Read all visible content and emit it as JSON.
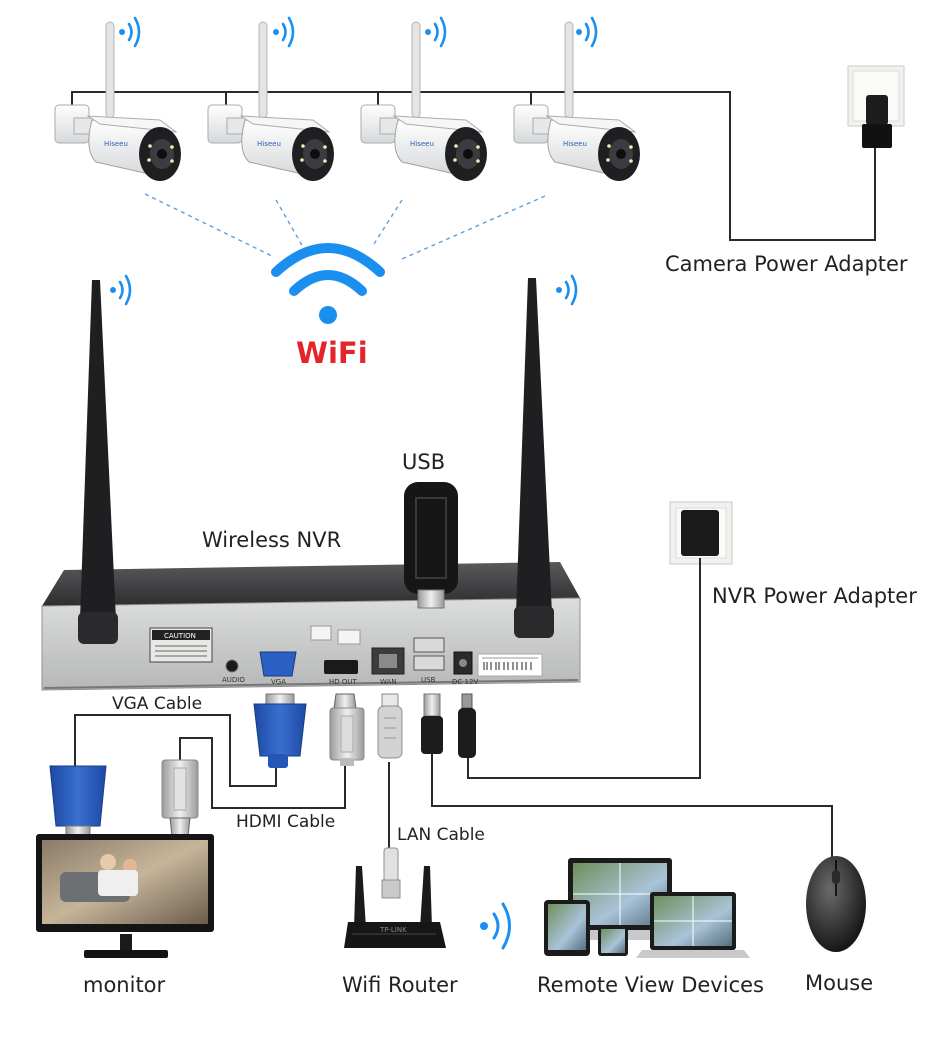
{
  "labels": {
    "camera_power_adapter": "Camera Power Adapter",
    "wifi": "WiFi",
    "usb": "USB",
    "wireless_nvr": "Wireless NVR",
    "nvr_power_adapter": "NVR Power Adapter",
    "vga_cable": "VGA Cable",
    "hdmi_cable": "HDMI Cable",
    "lan_cable": "LAN Cable",
    "monitor": "monitor",
    "wifi_router": "Wifi Router",
    "remote_view_devices": "Remote View Devices",
    "mouse": "Mouse"
  },
  "nvr_panel": {
    "caution": "CAUTION",
    "audio": "AUDIO",
    "vga": "VGA",
    "hd_out": "HD OUT",
    "wan": "WAN",
    "usb": "USB",
    "dc12v": "DC 12V"
  },
  "colors": {
    "wifi_blue": "#1b8ff0",
    "wifi_red": "#e5232a",
    "vga_blue": "#2456b8",
    "nvr_body": "#3c3c3e",
    "panel": "#c9cacb",
    "cable": "#2a2a2a"
  },
  "icons": [
    "camera-icon",
    "wifi-signal-icon",
    "antenna-icon",
    "usb-dongle-icon",
    "power-outlet-icon",
    "vga-connector-icon",
    "hdmi-connector-icon",
    "lan-connector-icon",
    "usb-connector-icon",
    "dc-plug-icon",
    "monitor-icon",
    "router-icon",
    "laptop-icon",
    "tablet-icon",
    "phone-icon",
    "mouse-icon"
  ]
}
